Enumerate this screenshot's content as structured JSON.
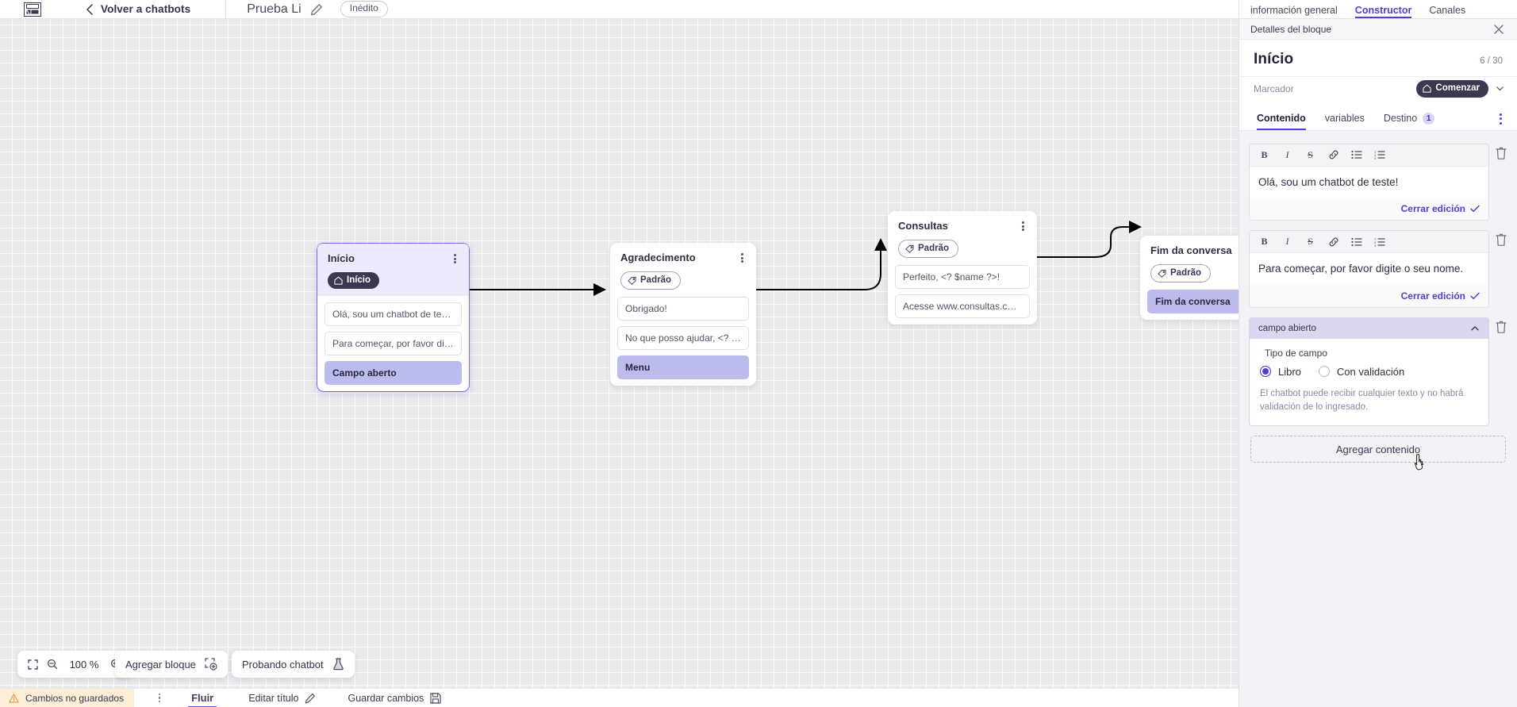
{
  "topbar": {
    "logo_name": "app-logo",
    "back_label": "Volver a chatbots",
    "doc_title": "Prueba Li",
    "status_badge": "Inédito"
  },
  "canvas": {
    "nodes": [
      {
        "title": "Início",
        "pill": "Início",
        "pill_type": "dark",
        "selected": true,
        "messages": [
          {
            "text": "Olá, sou um chatbot de teste!",
            "highlight": false
          },
          {
            "text": "Para começar, por favor digite o ...",
            "highlight": false
          },
          {
            "text": "Campo aberto",
            "highlight": true
          }
        ]
      },
      {
        "title": "Agradecimento",
        "pill": "Padrão",
        "pill_type": "outline",
        "selected": false,
        "messages": [
          {
            "text": "Obrigado!",
            "highlight": false
          },
          {
            "text": "No que posso ajudar, <? $name ...",
            "highlight": false
          },
          {
            "text": "Menu",
            "highlight": true
          }
        ]
      },
      {
        "title": "Consultas",
        "pill": "Padrão",
        "pill_type": "outline",
        "selected": false,
        "messages": [
          {
            "text": "Perfeito, <? $name ?>!",
            "highlight": false
          },
          {
            "text": "Acesse www.consultas.com par...",
            "highlight": false
          }
        ]
      },
      {
        "title": "Fim da conversa",
        "pill": "Padrão",
        "pill_type": "outline",
        "selected": false,
        "messages": [
          {
            "text": "Fim da conversa",
            "highlight": true
          }
        ]
      }
    ],
    "toolbar": {
      "zoom_value": "100 %",
      "fit_icon": "fit-screen-icon",
      "zoom_out_icon": "zoom-out-icon",
      "zoom_in_icon": "zoom-in-icon",
      "add_block_label": "Agregar bloque",
      "add_block_icon": "add-block-icon",
      "test_label": "Probando chatbot",
      "test_icon": "flask-icon"
    }
  },
  "bottombar": {
    "unsaved_label": "Cambios no guardados",
    "warning_icon": "warning-triangle-icon",
    "kebab_icon": "more-options-icon",
    "tab_label": "Fluir",
    "edit_title_label": "Editar título",
    "edit_title_icon": "pencil-icon",
    "save_label": "Guardar cambios",
    "save_icon": "save-icon"
  },
  "panel": {
    "tabs": [
      {
        "label": "información general",
        "active": false
      },
      {
        "label": "Constructor",
        "active": true
      },
      {
        "label": "Canales",
        "active": false
      }
    ],
    "subhead": "Detalles del bloque",
    "close_icon": "close-icon",
    "title": "Início",
    "count": "6 / 30",
    "marker_label": "Marcador",
    "marker_value": "Comenzar",
    "marker_icon": "home-icon",
    "marker_chevron": "chevron-down-icon",
    "inner_tabs": [
      {
        "label": "Contenido",
        "active": true,
        "badge": ""
      },
      {
        "label": "variables",
        "active": false,
        "badge": ""
      },
      {
        "label": "Destino",
        "active": false,
        "badge": "1"
      }
    ],
    "inner_kebab": "more-options-icon",
    "editor_toolbar": [
      {
        "icon": "bold-icon",
        "glyph": "B"
      },
      {
        "icon": "italic-icon",
        "glyph": "I"
      },
      {
        "icon": "strikethrough-icon",
        "glyph": "S"
      },
      {
        "icon": "link-icon",
        "glyph": ""
      },
      {
        "icon": "bullet-list-icon",
        "glyph": ""
      },
      {
        "icon": "numbered-list-icon",
        "glyph": ""
      }
    ],
    "blocks": [
      {
        "text": "Olá, sou um chatbot de teste!",
        "close_label": "Cerrar edición"
      },
      {
        "text": "Para começar, por favor digite o seu nome.",
        "close_label": "Cerrar edición"
      }
    ],
    "field": {
      "header": "campo abierto",
      "collapse_icon": "chevron-up-icon",
      "delete_icon": "trash-icon",
      "type_label": "Tipo de campo",
      "options": [
        {
          "label": "Libro",
          "selected": true
        },
        {
          "label": "Con validación",
          "selected": false
        }
      ],
      "note": "El chatbot puede recibir cualquier texto y no habrá validación de lo ingresado."
    },
    "add_content_label": "Agregar contenido"
  },
  "colors": {
    "accent": "#4b3fd4",
    "node_selected_border": "#7b68ee",
    "highlight_msg": "#bcbcec",
    "dark_pill": "#3b3950",
    "warning_bg": "#fdeed8",
    "canvas_bg": "#ebebee"
  }
}
